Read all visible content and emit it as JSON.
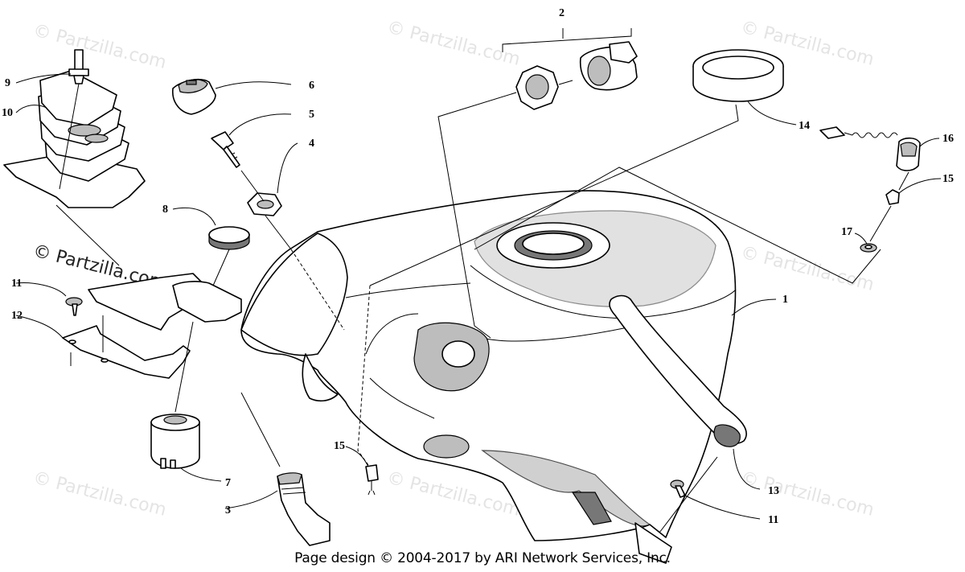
{
  "diagram": {
    "callouts": [
      "1",
      "2",
      "3",
      "4",
      "5",
      "6",
      "7",
      "8",
      "9",
      "10",
      "11",
      "11",
      "12",
      "13",
      "14",
      "15",
      "15",
      "16",
      "17"
    ],
    "watermark": "© Partzilla.com",
    "footer": "Page design © 2004-2017 by ARI Network Services, Inc."
  }
}
